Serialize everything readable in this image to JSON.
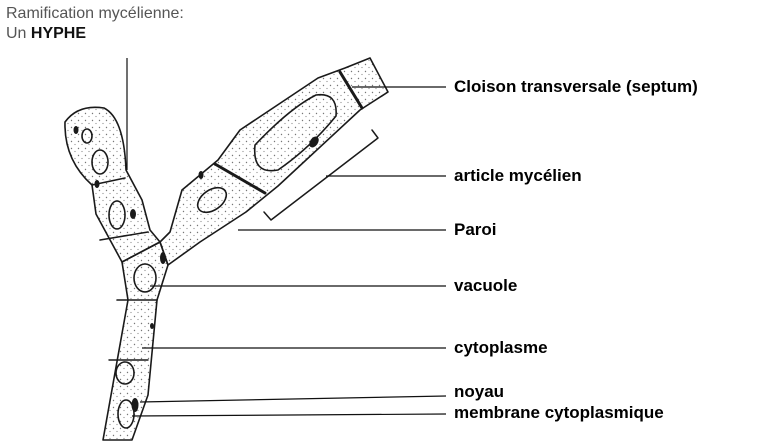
{
  "title": {
    "line1": "Ramification mycélienne:",
    "line2_prefix": "Un ",
    "line2_bold": "HYPHE"
  },
  "labels": {
    "septum": "Cloison transversale (septum)",
    "article": "article mycélien",
    "paroi": "Paroi",
    "vacuole": "vacuole",
    "cytoplasme": "cytoplasme",
    "noyau": "noyau",
    "membrane": "membrane cytoplasmique"
  },
  "colors": {
    "ink": "#1a1a1a",
    "stipple": "#666666",
    "title_gray": "#555555"
  }
}
